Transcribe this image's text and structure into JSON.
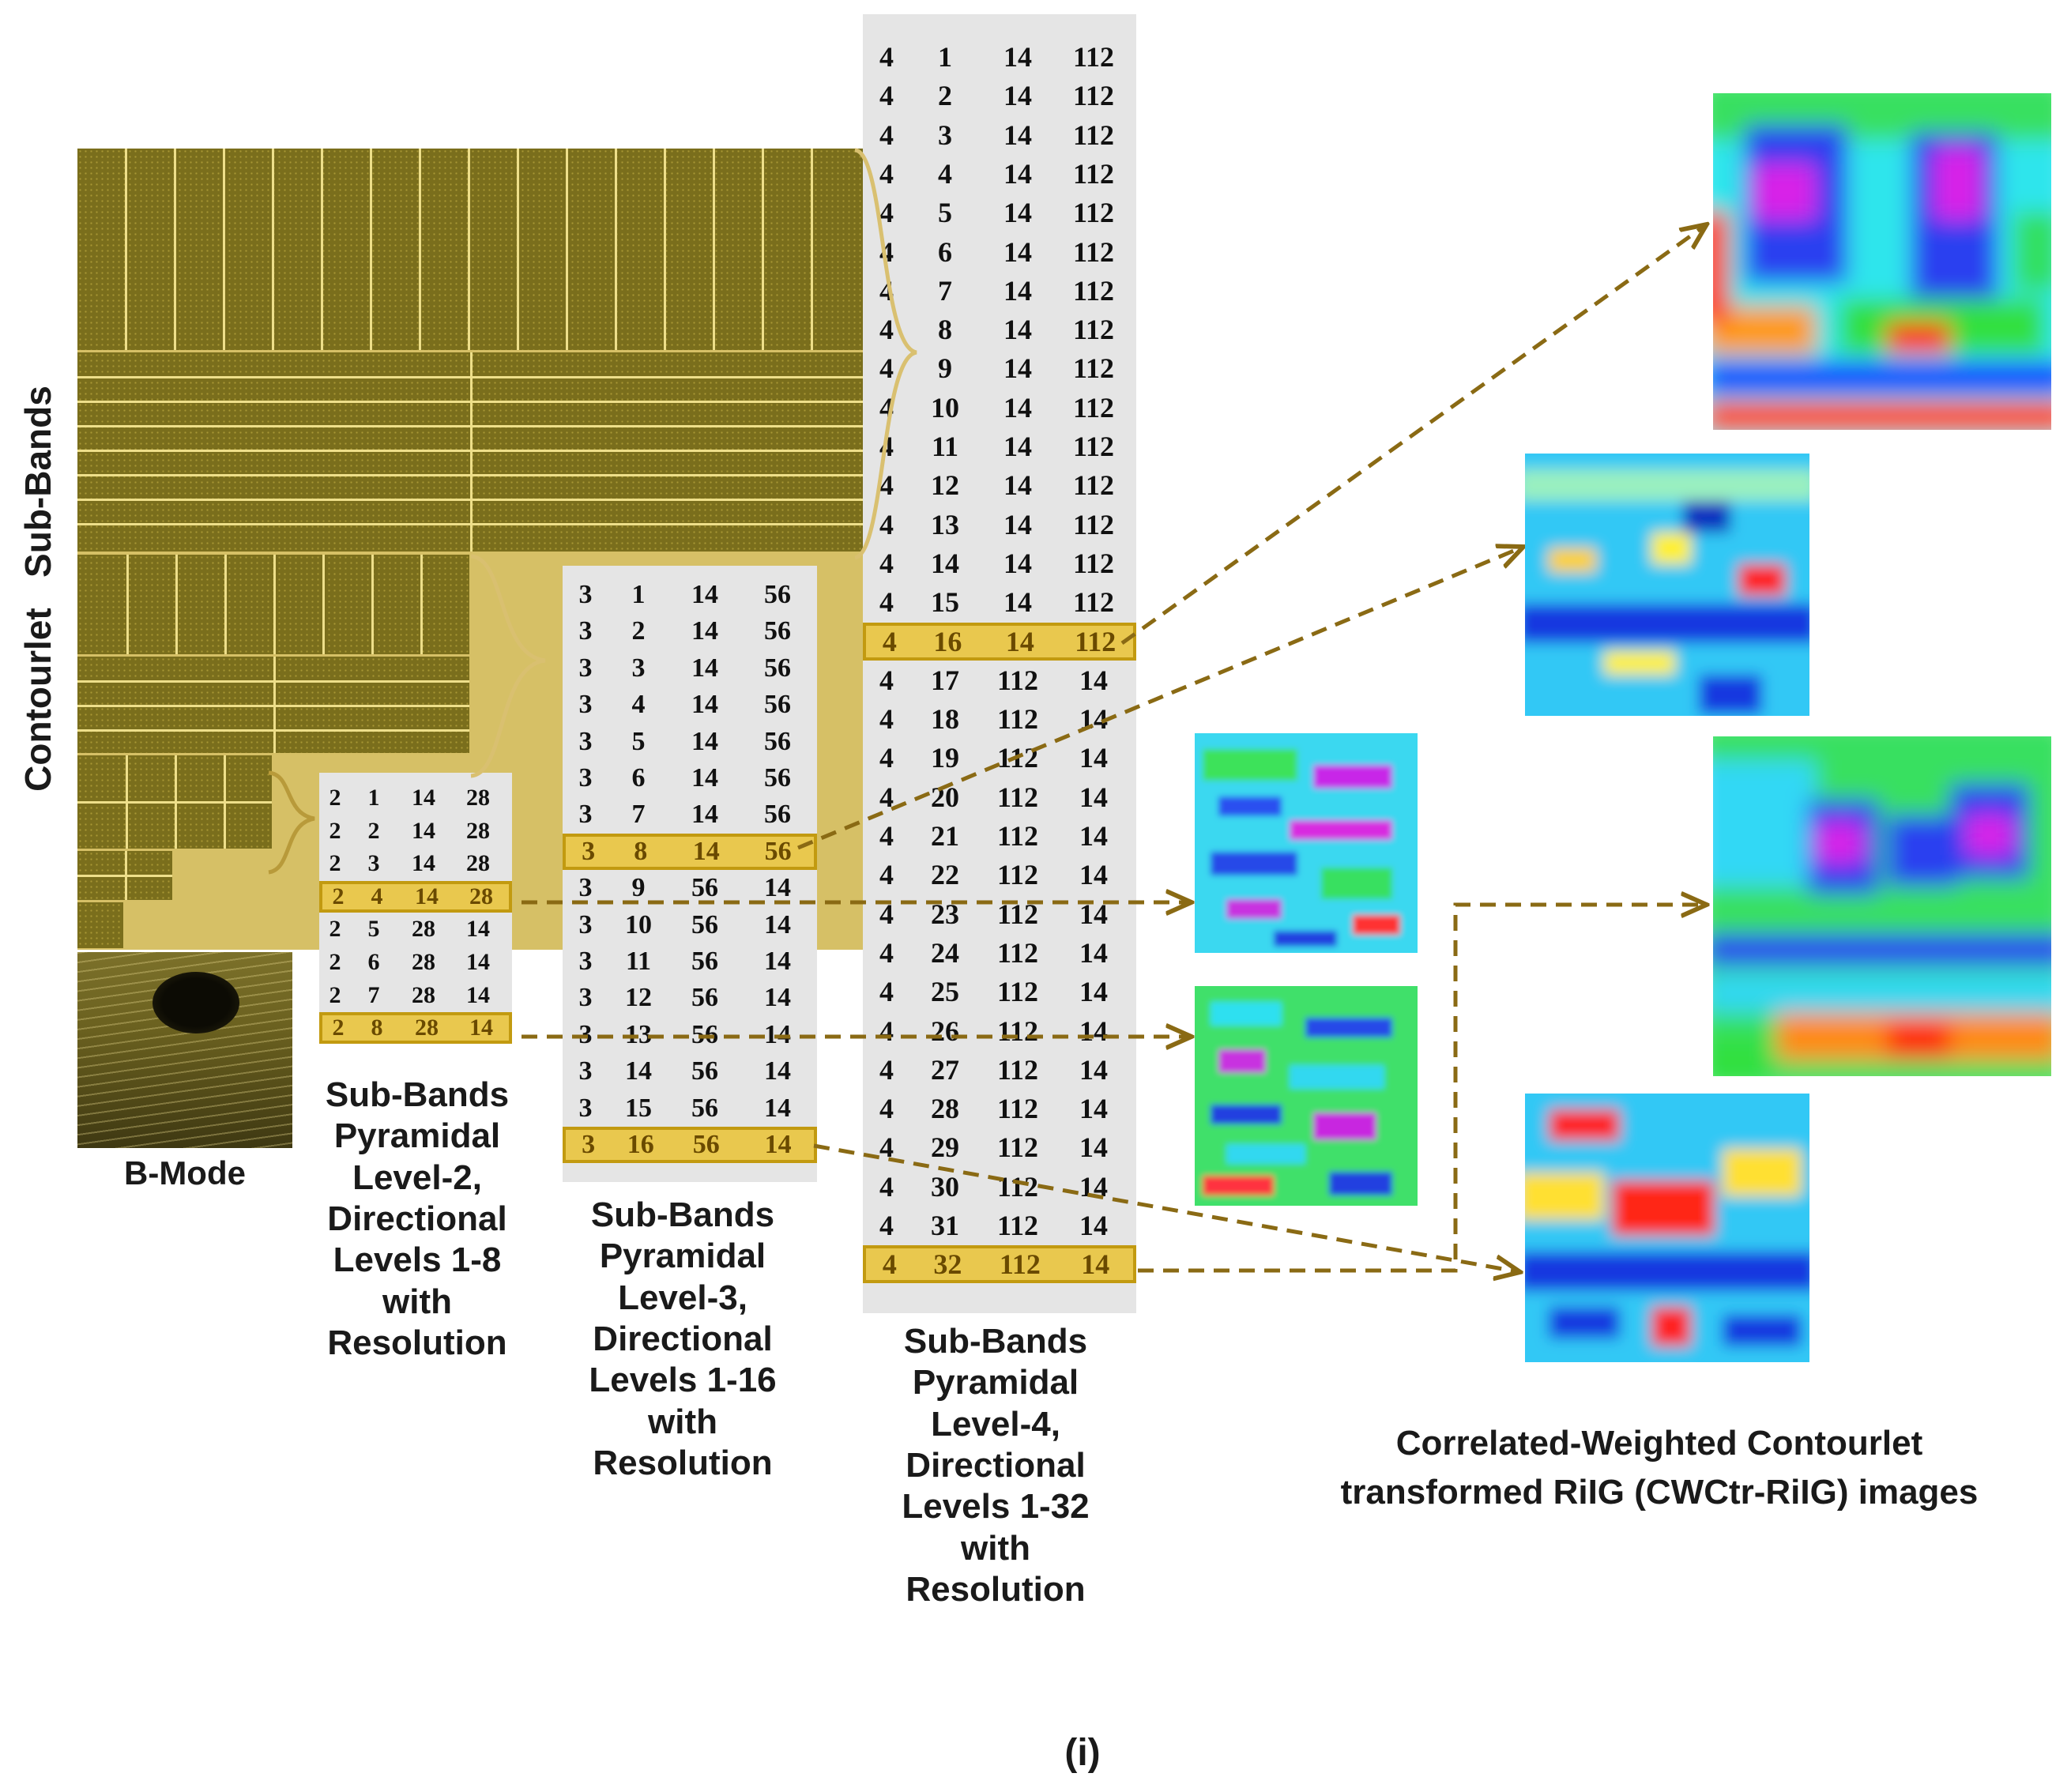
{
  "side_label": "Contourlet   Sub-Bands",
  "bmode_label": "B-Mode",
  "level2": {
    "rows": [
      [
        "2",
        "1",
        "14",
        "28"
      ],
      [
        "2",
        "2",
        "14",
        "28"
      ],
      [
        "2",
        "3",
        "14",
        "28"
      ],
      [
        "2",
        "4",
        "14",
        "28"
      ],
      [
        "2",
        "5",
        "28",
        "14"
      ],
      [
        "2",
        "6",
        "28",
        "14"
      ],
      [
        "2",
        "7",
        "28",
        "14"
      ],
      [
        "2",
        "8",
        "28",
        "14"
      ]
    ],
    "highlighted": [
      3,
      7
    ],
    "caption": [
      "Sub-Bands",
      "Pyramidal",
      "Level-2,",
      "Directional",
      "Levels 1-8",
      "with",
      "Resolution"
    ]
  },
  "level3": {
    "rows": [
      [
        "3",
        "1",
        "14",
        "56"
      ],
      [
        "3",
        "2",
        "14",
        "56"
      ],
      [
        "3",
        "3",
        "14",
        "56"
      ],
      [
        "3",
        "4",
        "14",
        "56"
      ],
      [
        "3",
        "5",
        "14",
        "56"
      ],
      [
        "3",
        "6",
        "14",
        "56"
      ],
      [
        "3",
        "7",
        "14",
        "56"
      ],
      [
        "3",
        "8",
        "14",
        "56"
      ],
      [
        "3",
        "9",
        "56",
        "14"
      ],
      [
        "3",
        "10",
        "56",
        "14"
      ],
      [
        "3",
        "11",
        "56",
        "14"
      ],
      [
        "3",
        "12",
        "56",
        "14"
      ],
      [
        "3",
        "13",
        "56",
        "14"
      ],
      [
        "3",
        "14",
        "56",
        "14"
      ],
      [
        "3",
        "15",
        "56",
        "14"
      ],
      [
        "3",
        "16",
        "56",
        "14"
      ]
    ],
    "highlighted": [
      7,
      15
    ],
    "caption": [
      "Sub-Bands",
      "Pyramidal",
      "Level-3,",
      "Directional",
      "Levels 1-16",
      "with",
      "Resolution"
    ]
  },
  "level4": {
    "rows": [
      [
        "4",
        "1",
        "14",
        "112"
      ],
      [
        "4",
        "2",
        "14",
        "112"
      ],
      [
        "4",
        "3",
        "14",
        "112"
      ],
      [
        "4",
        "4",
        "14",
        "112"
      ],
      [
        "4",
        "5",
        "14",
        "112"
      ],
      [
        "4",
        "6",
        "14",
        "112"
      ],
      [
        "4",
        "7",
        "14",
        "112"
      ],
      [
        "4",
        "8",
        "14",
        "112"
      ],
      [
        "4",
        "9",
        "14",
        "112"
      ],
      [
        "4",
        "10",
        "14",
        "112"
      ],
      [
        "4",
        "11",
        "14",
        "112"
      ],
      [
        "4",
        "12",
        "14",
        "112"
      ],
      [
        "4",
        "13",
        "14",
        "112"
      ],
      [
        "4",
        "14",
        "14",
        "112"
      ],
      [
        "4",
        "15",
        "14",
        "112"
      ],
      [
        "4",
        "16",
        "14",
        "112"
      ],
      [
        "4",
        "17",
        "112",
        "14"
      ],
      [
        "4",
        "18",
        "112",
        "14"
      ],
      [
        "4",
        "19",
        "112",
        "14"
      ],
      [
        "4",
        "20",
        "112",
        "14"
      ],
      [
        "4",
        "21",
        "112",
        "14"
      ],
      [
        "4",
        "22",
        "112",
        "14"
      ],
      [
        "4",
        "23",
        "112",
        "14"
      ],
      [
        "4",
        "24",
        "112",
        "14"
      ],
      [
        "4",
        "25",
        "112",
        "14"
      ],
      [
        "4",
        "26",
        "112",
        "14"
      ],
      [
        "4",
        "27",
        "112",
        "14"
      ],
      [
        "4",
        "28",
        "112",
        "14"
      ],
      [
        "4",
        "29",
        "112",
        "14"
      ],
      [
        "4",
        "30",
        "112",
        "14"
      ],
      [
        "4",
        "31",
        "112",
        "14"
      ],
      [
        "4",
        "32",
        "112",
        "14"
      ]
    ],
    "highlighted": [
      15,
      31
    ],
    "caption": [
      "Sub-Bands",
      "Pyramidal",
      "Level-4,",
      "Directional",
      "Levels 1-32",
      "with",
      "Resolution"
    ]
  },
  "output_caption": [
    "Correlated-Weighted Contourlet",
    "transformed RiIG (CWCtr-RiIG) images"
  ],
  "figure_label": "(i)",
  "colors": {
    "arrow": "#8a6a14",
    "highlight_fill": "#e9c84e",
    "highlight_border": "#c29a10",
    "decomposition_bg": "#d6c066",
    "subband_panel": "#7a6e1c",
    "table_bg": "#e5e5e5"
  }
}
